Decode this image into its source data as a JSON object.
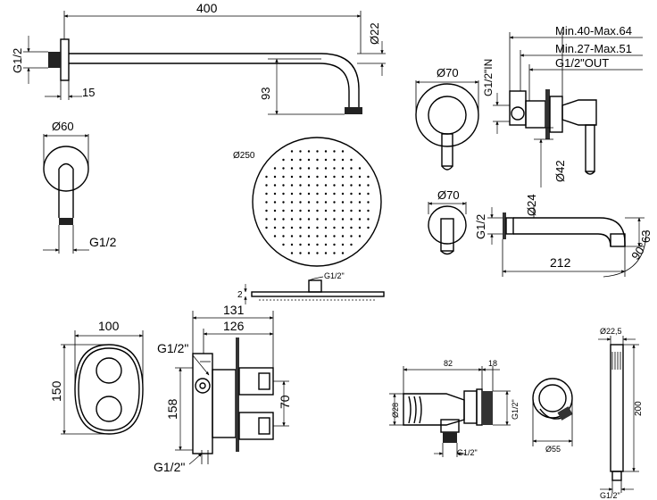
{
  "labels": {
    "arm_length": "400",
    "arm_dia": "Ø22",
    "arm_thread": "G1/2",
    "flange_depth": "15",
    "arm_drop": "93",
    "flange_dia": "Ø60",
    "side_thread": "G1/2",
    "head_dia": "Ø250",
    "head_thread": "G1/2\"",
    "head_thickness": "2",
    "mixer_plate_dia": "Ø70",
    "mixer_in": "G1/2\"IN",
    "mixer_min_max_1": "Min.40-Max.64",
    "mixer_min_max_2": "Min.27-Max.51",
    "mixer_out": "G1/2\"OUT",
    "mixer_inner_dia": "Ø42",
    "spout_plate_dia": "Ø70",
    "spout_dia": "Ø24",
    "spout_thread": "G1/2",
    "spout_length": "212",
    "spout_height": "63",
    "spout_angle": "90°",
    "thermo_width": "100",
    "thermo_height": "150",
    "thermo_depth_1": "131",
    "thermo_depth_2": "126",
    "thermo_thread_top": "G1/2\"",
    "thermo_box_height": "158",
    "thermo_offset": "70",
    "thermo_thread_bottom": "G1/2\"",
    "elbow_len_1": "82",
    "elbow_len_2": "18",
    "elbow_dia": "Ø28",
    "elbow_thread_side": "G1/2\"",
    "elbow_thread_bottom": "G1/2\"",
    "holder_dia": "Ø55",
    "hand_dia": "Ø22,5",
    "hand_length": "200",
    "hand_thread": "G1/2\""
  }
}
